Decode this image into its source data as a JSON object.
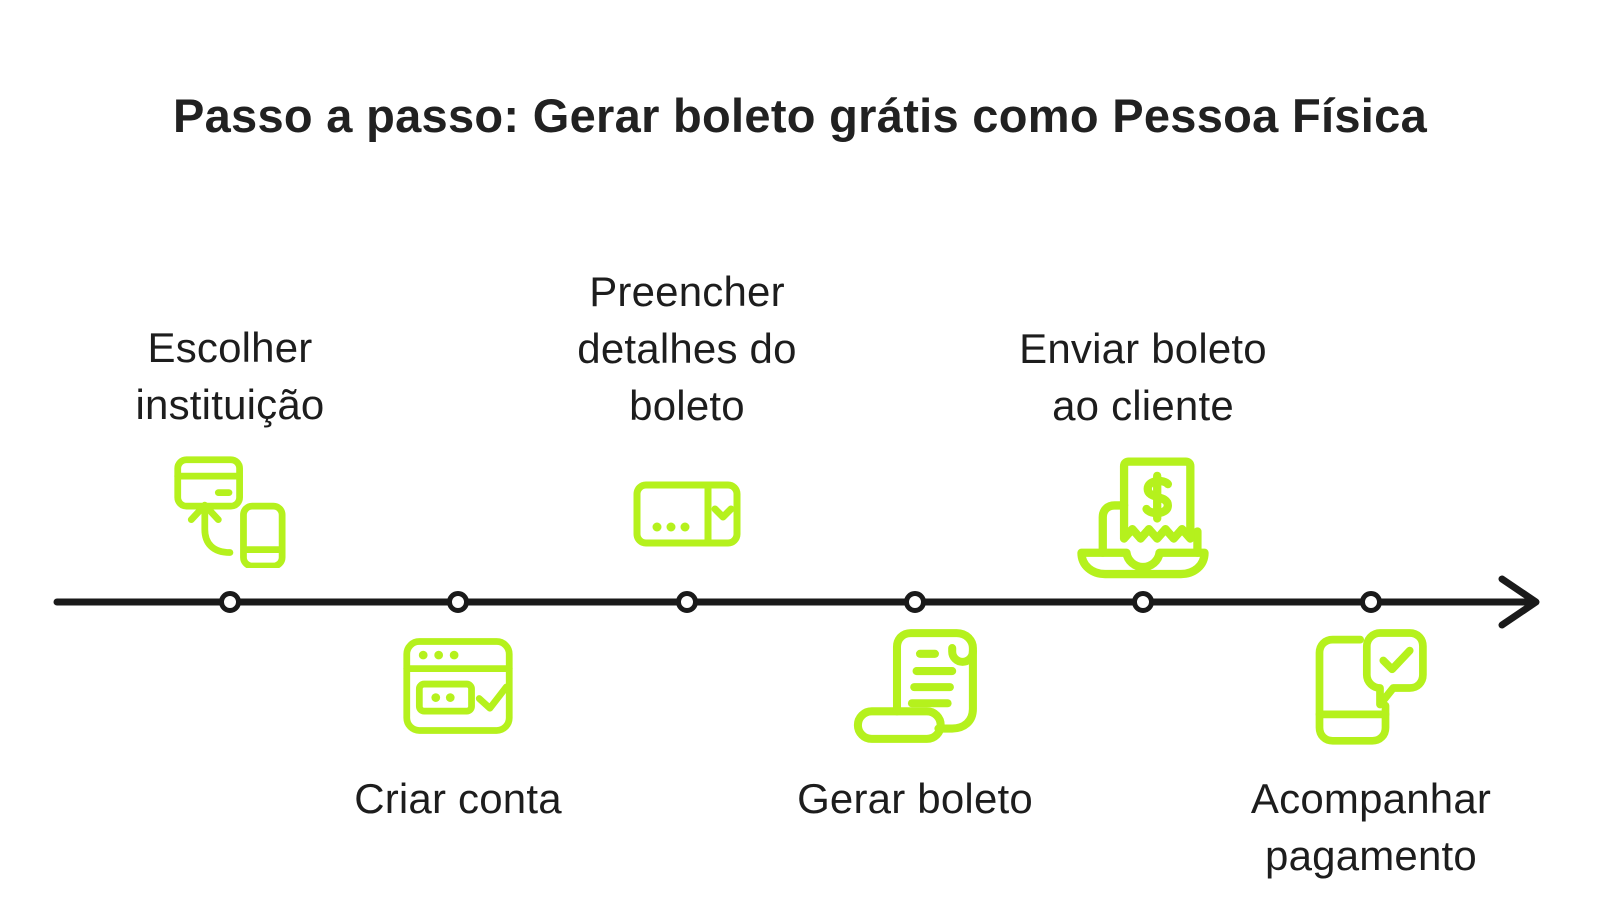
{
  "title": "Passo a passo: Gerar boleto grátis como Pessoa Física",
  "colors": {
    "accent": "#b5f11d",
    "ink": "#1d1d1d",
    "axis": "#1a1a1a",
    "background": "#ffffff"
  },
  "timeline": {
    "direction": "left-to-right",
    "arrow_end": "right",
    "node_count": 6
  },
  "steps": [
    {
      "label": "Escolher\ninstituição",
      "position": "above",
      "icon": "card-phone-swap-icon"
    },
    {
      "label": "Criar conta",
      "position": "below",
      "icon": "browser-form-check-icon"
    },
    {
      "label": "Preencher\ndetalhes do\nboleto",
      "position": "above",
      "icon": "input-dropdown-icon"
    },
    {
      "label": "Gerar boleto",
      "position": "below",
      "icon": "receipt-scroll-icon"
    },
    {
      "label": "Enviar boleto\nao cliente",
      "position": "above",
      "icon": "laptop-invoice-icon"
    },
    {
      "label": "Acompanhar\npagamento",
      "position": "below",
      "icon": "phone-chat-check-icon"
    }
  ]
}
